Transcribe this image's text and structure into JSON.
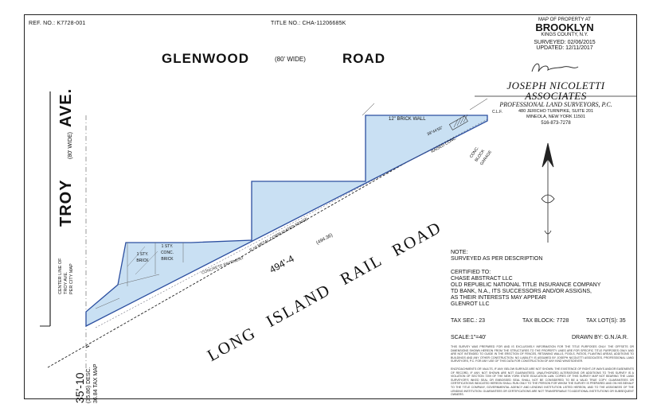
{
  "header": {
    "ref_no": "REF. NO.: K7728-001",
    "title_no": "TITLE NO.: CHA-11206685K"
  },
  "title_block": {
    "map_of": "MAP OF PROPERTY AT",
    "place": "BROOKLYN",
    "county": "KINGS COUNTY, N.Y.",
    "surveyed": "SURVEYED: 02/06/2015",
    "updated": "UPDATED: 12/11/2017",
    "firm": "JOSEPH NICOLETTI ASSOCIATES",
    "firm_subtitle": "PROFESSIONAL LAND SURVEYORS, P.C.",
    "address1": "480 JERICHO TURNPIKE, SUITE 201",
    "address2": "MINEOLA, NEW YORK 11501",
    "phone": "516-873-7278"
  },
  "streets": {
    "glenwood": "GLENWOOD",
    "glenwood_width": "(80' WIDE)",
    "road": "ROAD",
    "troy": "TROY",
    "troy_width": "(80' WIDE)",
    "ave": "AVE.",
    "rail_road": [
      "LONG",
      "ISLAND",
      "RAIL",
      "ROAD"
    ]
  },
  "plot_labels": {
    "brick_wall": "12\" BRICK WALL",
    "concrete_pavement": "CONCRETE PAVEMENT",
    "fence": "8' HI METAL CORRUGATED FENCE",
    "dimension_main": "494'-4",
    "dimension_alt": "(494.36)",
    "raised_conc": "RAISED CONC.",
    "conc_block_garage": "CONC. BLOCK GARAGE",
    "building_1": "1 STY. BRICK",
    "building_2": "1 STY. CONC. BRICK",
    "bearing": "39°44'55\"",
    "clf": "C.L.F.",
    "center_line_1": "CENTER LINE OF",
    "center_line_2": "TROY AVE.",
    "center_line_3": "PER CITY MAP",
    "desc_1": "35'-10",
    "desc_2": "(35.86) DESC.",
    "desc_3": "36.84 TAX MAP"
  },
  "notes": {
    "note_label": "NOTE:",
    "note_text": "SURVEYED AS PER DESCRIPTION",
    "certified_label": "CERTIFIED TO:",
    "certified": [
      "CHASE ABSTRACT LLC",
      "OLD REPUBLIC NATIONAL TITLE INSURANCE COMPANY",
      "TD BANK, N.A., ITS SUCCESSORS AND/OR ASSIGNS,",
      "AS THEIR INTERESTS MAY APPEAR",
      "GLENROT LLC"
    ]
  },
  "tax": {
    "sec": "TAX SEC.: 23",
    "block": "TAX BLOCK: 7728",
    "lots": "TAX LOT(S): 35"
  },
  "scale": "SCALE:1\"=40'",
  "drawn_by": "DRAWN BY: G.N./A.R.",
  "disclaimer_1": "THIS SURVEY WAS PREPARED FOR AND IS EXCLUSIVELY INFORMATION FOR THE TITLE PURPOSES ONLY. THE OFFSETS OR DIMENSIONS SHOWN HEREON FROM THE STRUCTURES TO THE PROPERTY LINES ARE FOR SPECIFIC TITLE PURPOSES ONLY AND ARE NOT INTENDED TO GUIDE IN THE ERECTION OF FENCES, RETAINING WALLS, POOLS, PATIOS, PLANTING AREAS, ADDITIONS TO BUILDINGS AND ANY OTHER CONSTRUCTION. NO LIABILITY IS ASSUMED BY JOSEPH NICOLETTI ASSOCIATES, PROFESSIONAL LAND SURVEYORS, P.C. FOR ANY USE OF THIS DATA FOR CONSTRUCTION OF ANY KIND WHATSOEVER.",
  "disclaimer_2": "ENCROACHMENTS OR VAULTS, IF ANY, BELOW SURFACE ARE NOT SHOWN. THE EXISTENCE OF RIGHT-OF-WAYS AND/OR EASEMENTS OF RECORD, IF ANY, NOT SHOWN ARE NOT GUARANTEED. UNAUTHORIZED ALTERATIONS OR ADDITIONS TO THIS SURVEY IS A VIOLATION OF SECTION 7209 OF THE NEW YORK STATE EDUCATION LAW. COPIES OF THIS SURVEY MAP NOT BEARING THE LAND SURVEYOR'S INKED SEAL OR EMBOSSED SEAL SHALL NOT BE CONSIDERED TO BE A VALID TRUE COPY. GUARANTEES OR CERTIFICATIONS INDICATED HEREON SHALL RUN ONLY TO THE PERSON FOR WHOM THE SURVEY IS PREPARED AND ON HIS BEHALF TO THE TITLE COMPANY, GOVERNMENTAL AGENCY AND LENDING INSTITUTION LISTED HEREON, AND TO THE ASSIGNEES OF THE LENDING INSTITUTION. GUARANTEES OR CERTIFICATIONS ARE NOT TRANSFERABLE TO ADDITIONAL INSTITUTIONS OR SUBSEQUENT OWNERS."
}
